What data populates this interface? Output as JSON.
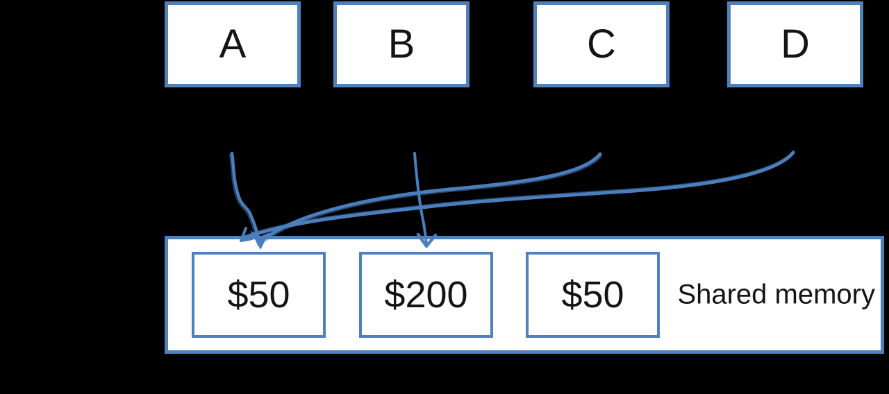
{
  "diagram": {
    "processes": [
      {
        "id": "A",
        "label": "A"
      },
      {
        "id": "B",
        "label": "B"
      },
      {
        "id": "C",
        "label": "C"
      },
      {
        "id": "D",
        "label": "D"
      }
    ],
    "shared_memory": {
      "label": "Shared memory",
      "cells": [
        {
          "value": "$50"
        },
        {
          "value": "$200"
        },
        {
          "value": "$50"
        }
      ]
    },
    "arrows": [
      {
        "from": "A",
        "to": "cell-1"
      },
      {
        "from": "B",
        "to": "cell-2"
      },
      {
        "from": "C",
        "to": "cell-1"
      },
      {
        "from": "D",
        "to": "cell-1"
      }
    ],
    "colors": {
      "background": "#000000",
      "box_fill": "#ffffff",
      "box_border": "#4f81bd",
      "arrow": "#4a7ebc",
      "text": "#141414"
    }
  }
}
